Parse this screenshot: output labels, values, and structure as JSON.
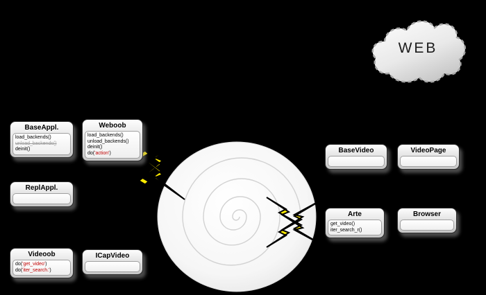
{
  "palette": {
    "background": "#000000",
    "box_border": "#2f2f2f",
    "string_color": "#c00000",
    "muted_color": "#9a9a9a",
    "bolt_fill": "#ffec00",
    "bolt_stroke": "#000000",
    "spiral_fill": "#f5f5f5"
  },
  "cloud": {
    "label": "WEB"
  },
  "classes": [
    {
      "id": "baseappl",
      "title": "BaseAppl.",
      "methods": [
        {
          "segments": [
            {
              "text": "load_backends()",
              "style": "normal"
            }
          ]
        },
        {
          "segments": [
            {
              "text": "unload_backends()",
              "style": "muted"
            }
          ]
        },
        {
          "segments": [
            {
              "text": "deinit()",
              "style": "normal"
            }
          ]
        }
      ]
    },
    {
      "id": "weboob",
      "title": "Weboob",
      "methods": [
        {
          "segments": [
            {
              "text": "load_backends()",
              "style": "normal"
            }
          ]
        },
        {
          "segments": [
            {
              "text": "unload_backends()",
              "style": "normal"
            }
          ]
        },
        {
          "segments": [
            {
              "text": "deinit()",
              "style": "normal"
            }
          ]
        },
        {
          "segments": [
            {
              "text": "do(",
              "style": "normal"
            },
            {
              "text": "'action'",
              "style": "string"
            },
            {
              "text": ")",
              "style": "normal"
            }
          ]
        }
      ]
    },
    {
      "id": "replappl",
      "title": "ReplAppl.",
      "methods": []
    },
    {
      "id": "videoob",
      "title": "Videoob",
      "methods": [
        {
          "segments": [
            {
              "text": "do(",
              "style": "normal"
            },
            {
              "text": "'get_video'",
              "style": "string"
            },
            {
              "text": ")",
              "style": "normal"
            }
          ]
        },
        {
          "segments": [
            {
              "text": "do(",
              "style": "normal"
            },
            {
              "text": "'iter_search.'",
              "style": "string"
            },
            {
              "text": ")",
              "style": "normal"
            }
          ]
        }
      ]
    },
    {
      "id": "icapvideo",
      "title": "ICapVideo",
      "methods": []
    },
    {
      "id": "basevideo",
      "title": "BaseVideo",
      "methods": []
    },
    {
      "id": "videopage",
      "title": "VideoPage",
      "methods": []
    },
    {
      "id": "arte",
      "title": "Arte",
      "methods": [
        {
          "segments": [
            {
              "text": "get_video()",
              "style": "normal"
            }
          ]
        },
        {
          "segments": [
            {
              "text": "iter_search_r()",
              "style": "normal"
            }
          ]
        }
      ]
    },
    {
      "id": "browser",
      "title": "Browser",
      "methods": []
    }
  ]
}
